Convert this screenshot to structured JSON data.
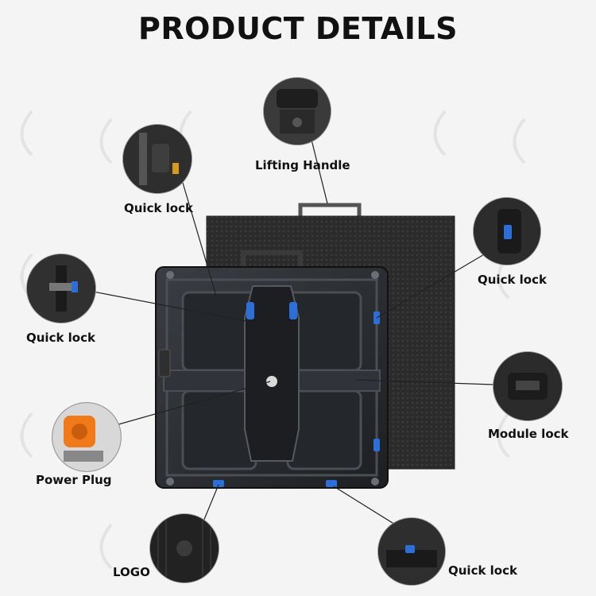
{
  "title": "PRODUCT DETAILS",
  "callouts": {
    "lifting_handle": "Lifting Handle",
    "quick_lock_top_left": "Quick lock",
    "quick_lock_top_right": "Quick lock",
    "quick_lock_mid_left": "Quick lock",
    "module_lock": "Module lock",
    "power_plug": "Power Plug",
    "logo": "LOGO",
    "quick_lock_bottom_right": "Quick lock"
  },
  "colors": {
    "background": "#f4f4f4",
    "cabinet": "#2a2d31",
    "accent_blue": "#2d6fd6",
    "power_plug_orange": "#f07a1a",
    "text": "#111111"
  }
}
